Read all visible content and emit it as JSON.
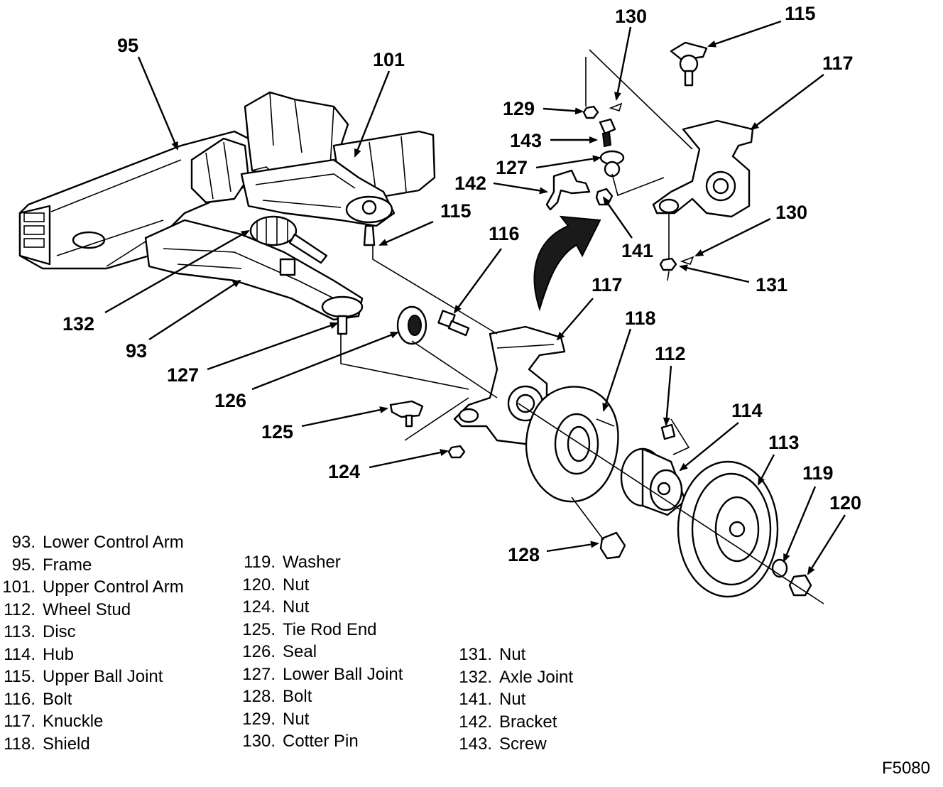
{
  "callouts": [
    {
      "id": "95",
      "text": "95"
    },
    {
      "id": "101",
      "text": "101"
    },
    {
      "id": "130a",
      "text": "130"
    },
    {
      "id": "115a",
      "text": "115"
    },
    {
      "id": "117a",
      "text": "117"
    },
    {
      "id": "129",
      "text": "129"
    },
    {
      "id": "143",
      "text": "143"
    },
    {
      "id": "127a",
      "text": "127"
    },
    {
      "id": "142",
      "text": "142"
    },
    {
      "id": "115b",
      "text": "115"
    },
    {
      "id": "116",
      "text": "116"
    },
    {
      "id": "130b",
      "text": "130"
    },
    {
      "id": "141",
      "text": "141"
    },
    {
      "id": "131",
      "text": "131"
    },
    {
      "id": "117b",
      "text": "117"
    },
    {
      "id": "118",
      "text": "118"
    },
    {
      "id": "132",
      "text": "132"
    },
    {
      "id": "93",
      "text": "93"
    },
    {
      "id": "127b",
      "text": "127"
    },
    {
      "id": "126",
      "text": "126"
    },
    {
      "id": "112",
      "text": "112"
    },
    {
      "id": "114",
      "text": "114"
    },
    {
      "id": "113",
      "text": "113"
    },
    {
      "id": "119",
      "text": "119"
    },
    {
      "id": "120",
      "text": "120"
    },
    {
      "id": "125",
      "text": "125"
    },
    {
      "id": "124",
      "text": "124"
    },
    {
      "id": "128",
      "text": "128"
    }
  ],
  "legend": {
    "col1": [
      {
        "num": "93.",
        "label": "Lower Control Arm"
      },
      {
        "num": "95.",
        "label": "Frame"
      },
      {
        "num": "101.",
        "label": "Upper Control Arm"
      },
      {
        "num": "112.",
        "label": "Wheel Stud"
      },
      {
        "num": "113.",
        "label": "Disc"
      },
      {
        "num": "114.",
        "label": "Hub"
      },
      {
        "num": "115.",
        "label": "Upper Ball Joint"
      },
      {
        "num": "116.",
        "label": "Bolt"
      },
      {
        "num": "117.",
        "label": "Knuckle"
      },
      {
        "num": "118.",
        "label": "Shield"
      }
    ],
    "col2": [
      {
        "num": "119.",
        "label": "Washer"
      },
      {
        "num": "120.",
        "label": "Nut"
      },
      {
        "num": "124.",
        "label": "Nut"
      },
      {
        "num": "125.",
        "label": "Tie Rod End"
      },
      {
        "num": "126.",
        "label": "Seal"
      },
      {
        "num": "127.",
        "label": "Lower Ball Joint"
      },
      {
        "num": "128.",
        "label": "Bolt"
      },
      {
        "num": "129.",
        "label": "Nut"
      },
      {
        "num": "130.",
        "label": "Cotter Pin"
      }
    ],
    "col3": [
      {
        "num": "131.",
        "label": "Nut"
      },
      {
        "num": "132.",
        "label": "Axle Joint"
      },
      {
        "num": "141.",
        "label": "Nut"
      },
      {
        "num": "142.",
        "label": "Bracket"
      },
      {
        "num": "143.",
        "label": "Screw"
      }
    ]
  },
  "figure_code": "F5080"
}
